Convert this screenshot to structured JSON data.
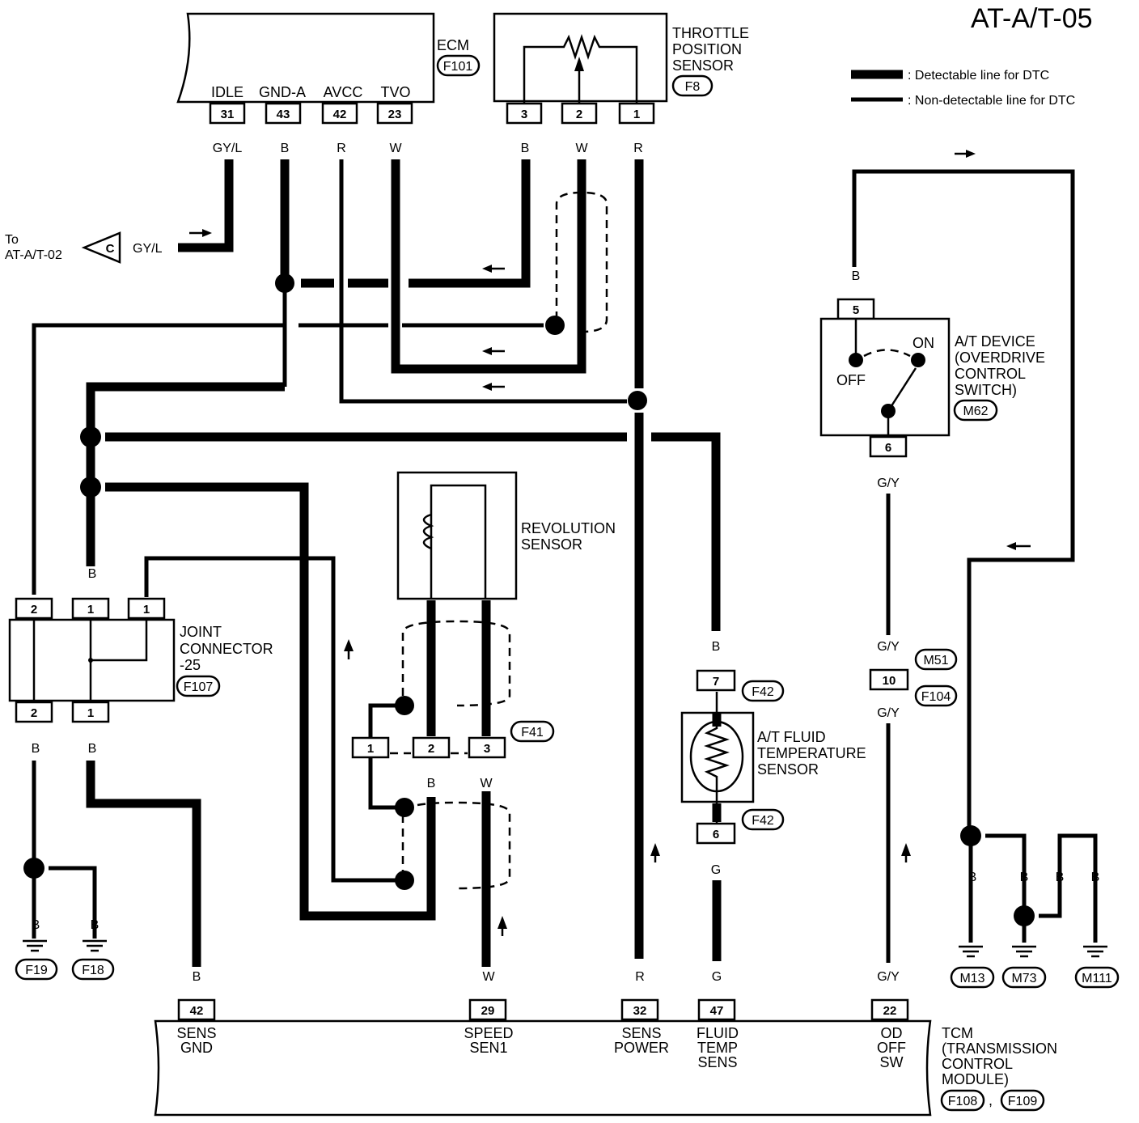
{
  "page_code": "AT-A/T-05",
  "legend": {
    "detectable": ": Detectable line for DTC",
    "non_detectable": ": Non-detectable line for DTC"
  },
  "ecm": {
    "name": "ECM",
    "code": "F101",
    "pins": [
      {
        "num": "31",
        "name": "IDLE",
        "wire": "GY/L"
      },
      {
        "num": "43",
        "name": "GND-A",
        "wire": "B"
      },
      {
        "num": "42",
        "name": "AVCC",
        "wire": "R"
      },
      {
        "num": "23",
        "name": "TVO",
        "wire": "W"
      }
    ]
  },
  "throttle_sensor": {
    "line1": "THROTTLE",
    "line2": "POSITION",
    "line3": "SENSOR",
    "code": "F8",
    "pins": [
      {
        "num": "3",
        "wire": "B"
      },
      {
        "num": "2",
        "wire": "W"
      },
      {
        "num": "1",
        "wire": "R"
      }
    ]
  },
  "offpage": {
    "to": "To",
    "ref": "AT-A/T-02",
    "letter": "C",
    "wire": "GY/L"
  },
  "joint_connector": {
    "line1": "JOINT",
    "line2": "CONNECTOR",
    "line3": "-25",
    "code": "F107",
    "top_pins": [
      "2",
      "1",
      "1"
    ],
    "bottom_pins": [
      "2",
      "1"
    ],
    "top_wire": "B",
    "bottom_wires": [
      "B",
      "B"
    ]
  },
  "grounds": [
    {
      "wire": "B",
      "code": "F19"
    },
    {
      "wire": "B",
      "code": "F18"
    },
    {
      "wire": "B",
      "code": "M13"
    },
    {
      "wire": "B",
      "code": "M73"
    },
    {
      "wire": "B",
      "code": "M111"
    }
  ],
  "revolution_sensor": {
    "line1": "REVOLUTION",
    "line2": "SENSOR",
    "code": "F41",
    "pins": [
      "1",
      "2",
      "3"
    ],
    "wires": [
      "B",
      "W"
    ]
  },
  "fluid_temp_sensor": {
    "line1": "A/T FLUID",
    "line2": "TEMPERATURE",
    "line3": "SENSOR",
    "top_pin": "7",
    "bottom_pin": "6",
    "code_top": "F42",
    "code_bottom": "F42",
    "wire_top": "B",
    "wire_bottom": "G"
  },
  "at_device": {
    "line1": "A/T DEVICE",
    "line2": "(OVERDRIVE",
    "line3": "CONTROL",
    "line4": "SWITCH)",
    "code": "M62",
    "top_pin": "5",
    "bottom_pin": "6",
    "on": "ON",
    "off": "OFF",
    "wire_top": "B",
    "wire_bottom": "G/Y"
  },
  "inline_connector": {
    "pin": "10",
    "code_top": "M51",
    "code_bottom": "F104",
    "wire_top": "G/Y",
    "wire_bottom": "G/Y"
  },
  "tcm": {
    "line1": "TCM",
    "line2": "(TRANSMISSION",
    "line3": "CONTROL",
    "line4": "MODULE)",
    "code1": "F108",
    "sep": ",",
    "code2": "F109",
    "pins": [
      {
        "num": "42",
        "wire": "B",
        "l1": "SENS",
        "l2": "GND",
        "l3": ""
      },
      {
        "num": "29",
        "wire": "W",
        "l1": "SPEED",
        "l2": "SEN1",
        "l3": ""
      },
      {
        "num": "32",
        "wire": "R",
        "l1": "SENS",
        "l2": "POWER",
        "l3": ""
      },
      {
        "num": "47",
        "wire": "G",
        "l1": "FLUID",
        "l2": "TEMP",
        "l3": "SENS"
      },
      {
        "num": "22",
        "wire": "G/Y",
        "l1": "OD",
        "l2": "OFF",
        "l3": "SW"
      }
    ]
  }
}
